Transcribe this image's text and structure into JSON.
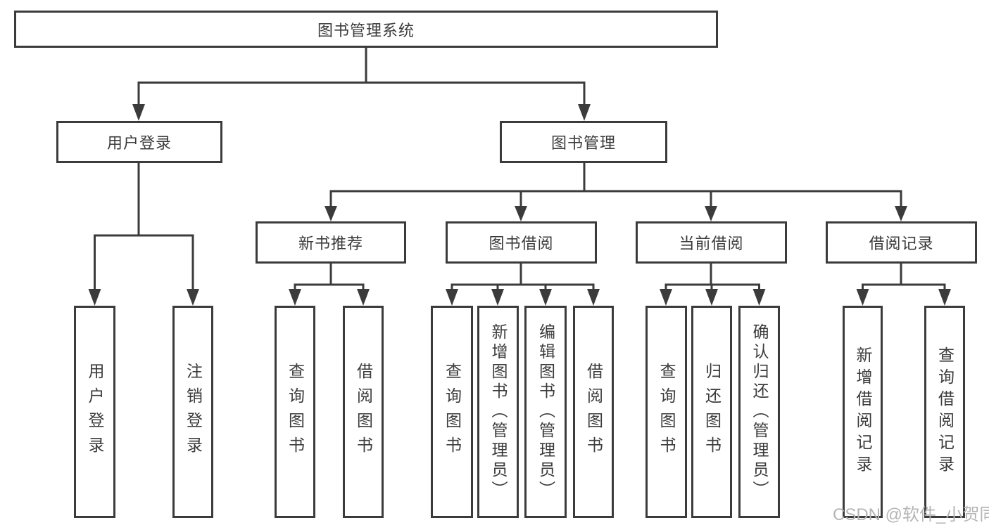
{
  "diagram": {
    "title": "图书管理系统",
    "root": {
      "label": "图书管理系统"
    },
    "level2": [
      {
        "label": "用户登录"
      },
      {
        "label": "图书管理"
      }
    ],
    "level3": [
      {
        "label": "新书推荐"
      },
      {
        "label": "图书借阅"
      },
      {
        "label": "当前借阅"
      },
      {
        "label": "借阅记录"
      }
    ],
    "leaves": {
      "user_login": [
        "用户登录",
        "注销登录"
      ],
      "new_book": [
        "查询图书",
        "借阅图书"
      ],
      "book_borrow": [
        "查询图书",
        "新增图书（管理员）",
        "编辑图书（管理员）",
        "借阅图书"
      ],
      "current_borrow": [
        "查询图书",
        "归还图书",
        "确认归还（管理员）"
      ],
      "borrow_records": [
        "新增借阅记录",
        "查询借阅记录"
      ]
    },
    "watermark": "CSDN @软件_小贺同学",
    "colors": {
      "line": "#3b3b3b",
      "text": "#3b3b3b",
      "watermark": "#b5b5b5",
      "background": "#ffffff"
    }
  }
}
